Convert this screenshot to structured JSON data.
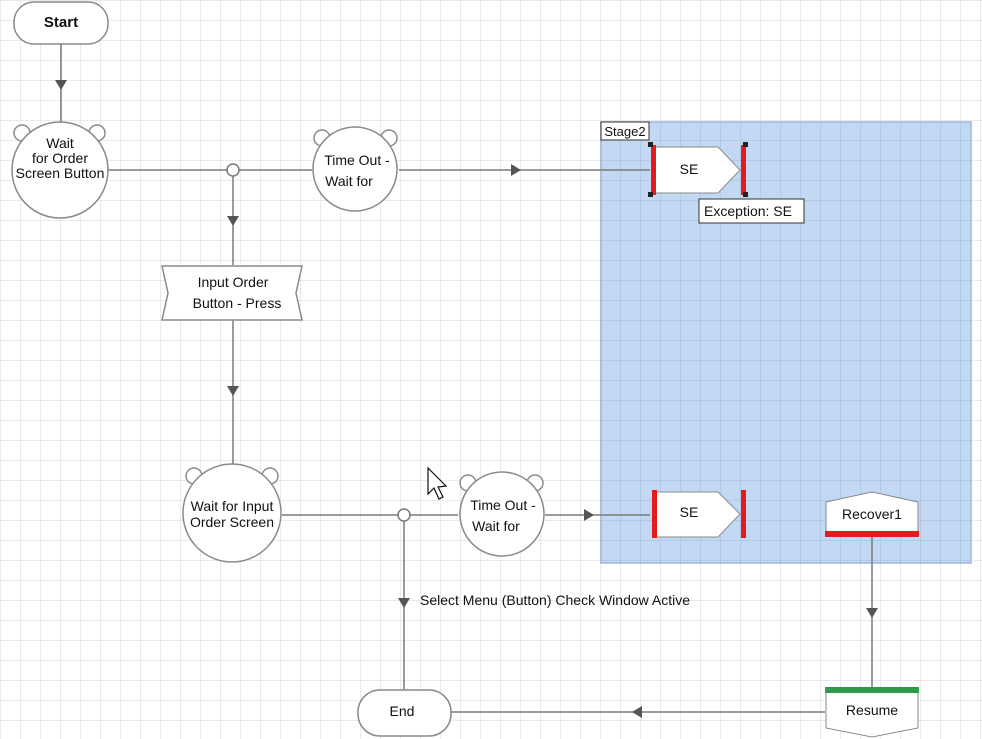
{
  "flow": {
    "start_label": "Start",
    "end_label": "End",
    "wait1": {
      "line1": "Wait",
      "line2": "for Order",
      "line3": "Screen Button"
    },
    "timeout1": {
      "line1": "Time Out -",
      "line2": "Wait for"
    },
    "action": {
      "line1": "Input Order",
      "line2": "Button - Press"
    },
    "wait2": {
      "line1": "Wait for Input",
      "line2": "Order Screen"
    },
    "timeout2": {
      "line1": "Time Out -",
      "line2": "Wait for"
    },
    "link_label": "Select Menu (Button) Check Window Active",
    "stage": {
      "label": "Stage2",
      "se_top": "SE",
      "exception_label": "Exception: SE",
      "se_bottom": "SE",
      "recover": "Recover1"
    },
    "resume_label": "Resume"
  },
  "colors": {
    "stage_fill": "#c3d8f2",
    "stage_border": "#9eb7d6",
    "exception_red": "#e31b1b",
    "resume_green": "#2e9a4a",
    "grid": "#d6d6d6",
    "line": "#7a7a7a"
  }
}
